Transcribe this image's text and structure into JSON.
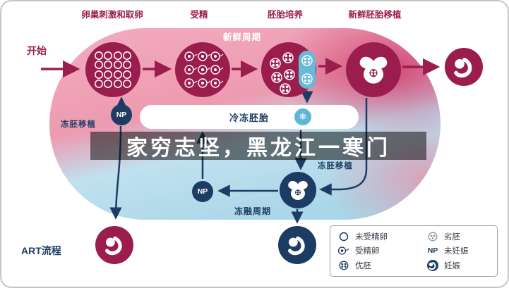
{
  "watermark": "家穷志坚，黑龙江一寒门",
  "start": "开始",
  "stages": [
    "卵巢刺激和取卵",
    "受精",
    "胚胎培养",
    "新鲜胚胎移植"
  ],
  "flow": {
    "fresh_cycle": "新鲜周期",
    "frozen_embryo": "冷冻胚胎",
    "snowflake_glyph": "❄",
    "np": "NP",
    "frozen_transfer_left": "冻胚移植",
    "frozen_transfer_mid": "冻胚移植",
    "thaw_cycle": "冻融周期",
    "art": "ART流程"
  },
  "legend": {
    "left": [
      {
        "icon": "unfertilized-egg-icon",
        "label": "未受精卵"
      },
      {
        "icon": "fertilized-egg-icon",
        "label": "受精卵"
      },
      {
        "icon": "good-embryo-icon",
        "label": "优胚"
      }
    ],
    "right": [
      {
        "icon": "poor-embryo-icon",
        "label": "劣胚"
      },
      {
        "icon": "np-icon",
        "label": "未妊娠",
        "badge": "NP"
      },
      {
        "icon": "baby-icon",
        "label": "妊娠"
      }
    ]
  },
  "colors": {
    "maroon": "#9B1D4E",
    "navy": "#1D3C63",
    "pink": "#EC9BB1",
    "blue": "#A9D6E8",
    "accent_blue": "#5FB6D8"
  }
}
